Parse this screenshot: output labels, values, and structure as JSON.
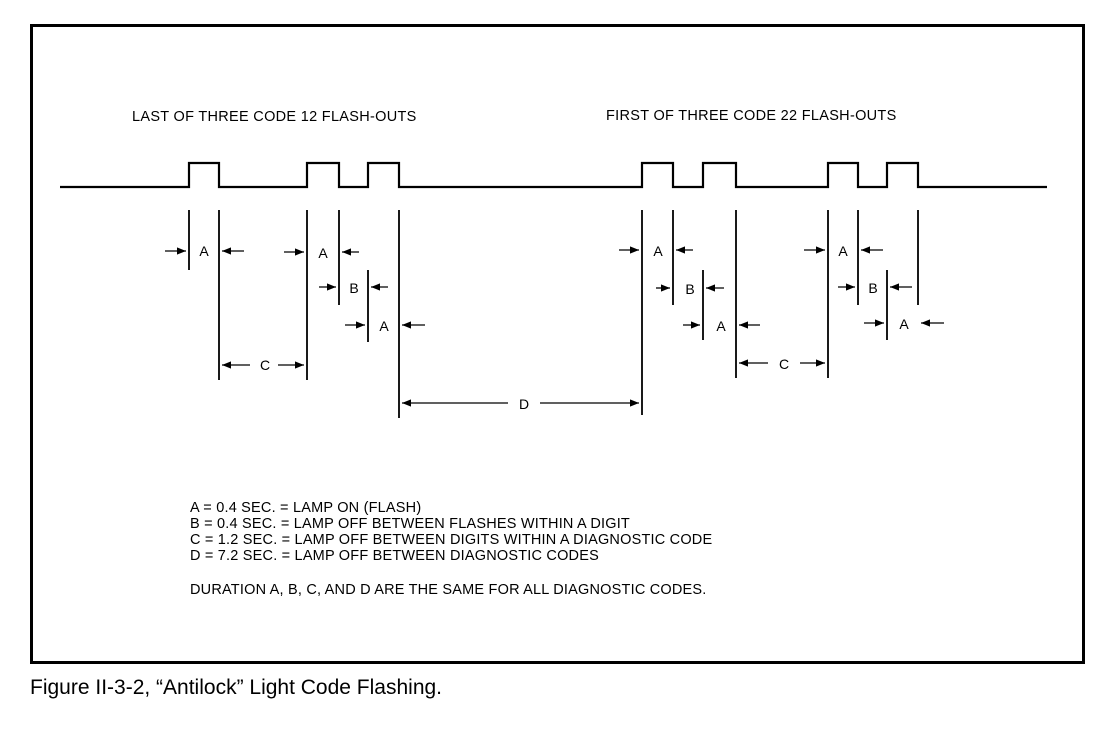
{
  "titles": {
    "left": "LAST OF THREE CODE 12 FLASH-OUTS",
    "right": "FIRST OF THREE CODE 22 FLASH-OUTS"
  },
  "labels": {
    "a": "A",
    "b": "B",
    "c": "C",
    "d": "D"
  },
  "legend": [
    "A = 0.4 SEC. = LAMP ON (FLASH)",
    "B = 0.4 SEC. = LAMP OFF BETWEEN FLASHES WITHIN A DIGIT",
    "C = 1.2 SEC. = LAMP OFF BETWEEN DIGITS WITHIN A DIAGNOSTIC CODE",
    "D = 7.2 SEC. = LAMP OFF BETWEEN DIAGNOSTIC CODES"
  ],
  "note": "DURATION A, B, C, AND D ARE THE SAME FOR ALL DIAGNOSTIC CODES.",
  "caption": "Figure II-3-2, “Antilock” Light Code Flashing."
}
